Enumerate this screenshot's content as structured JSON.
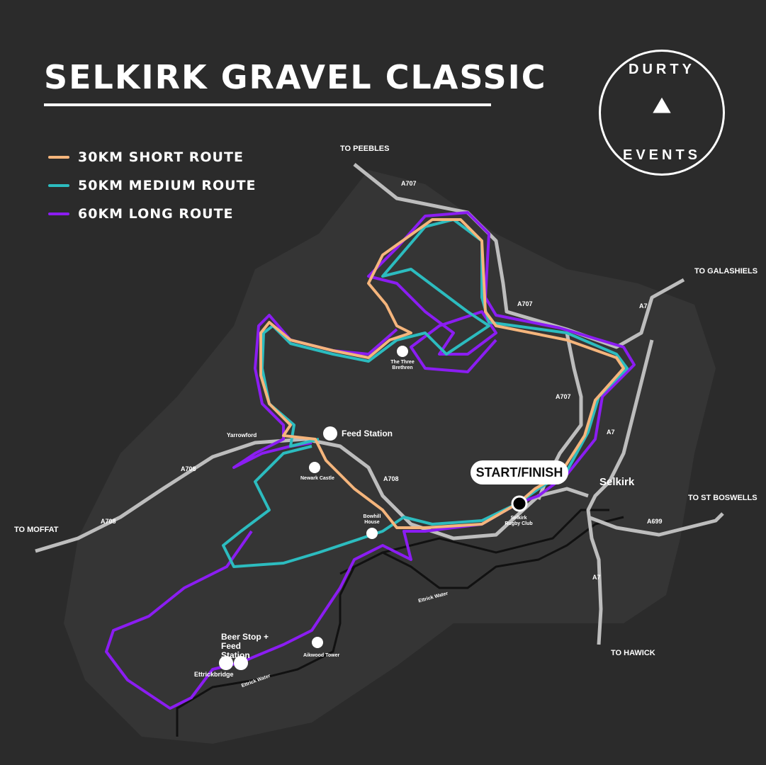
{
  "title": "SELKIRK GRAVEL CLASSIC",
  "logo": {
    "top": "DURTY",
    "bottom": "EVENTS"
  },
  "legend": [
    {
      "label": "30KM SHORT ROUTE",
      "color": "#f5b57c"
    },
    {
      "label": "50KM MEDIUM ROUTE",
      "color": "#2cbcbf"
    },
    {
      "label": "60KM LONG ROUTE",
      "color": "#8b1df2"
    }
  ],
  "directions": {
    "peebles": "TO PEEBLES",
    "galashiels": "TO GALASHIELS",
    "st_boswells": "TO ST BOSWELLS",
    "moffat": "TO MOFFAT",
    "hawick": "TO HAWICK"
  },
  "roads": {
    "a707_1": "A707",
    "a707_2": "A707",
    "a707_3": "A707",
    "a7_1": "A7",
    "a7_2": "A7",
    "a7_3": "A7",
    "a708_1": "A708",
    "a708_2": "A708",
    "a708_3": "A708",
    "a699": "A699"
  },
  "places": {
    "three_brethren": "The Three Brethren",
    "feed_station": "Feed Station",
    "yarrowford": "Yarrowford",
    "newark_castle": "Newark Castle",
    "bowhill_house": "Bowhill House",
    "start_finish": "START/FINISH",
    "rugby_club": "Selkirk Rugby Club",
    "selkirk": "Selkirk",
    "beer_stop": "Beer Stop + Feed Station",
    "ettrickbridge": "Ettrickbridge",
    "aikwood_tower": "Aikwood Tower",
    "ettrick_water_1": "Ettrick Water",
    "ettrick_water_2": "Ettrick Water"
  }
}
